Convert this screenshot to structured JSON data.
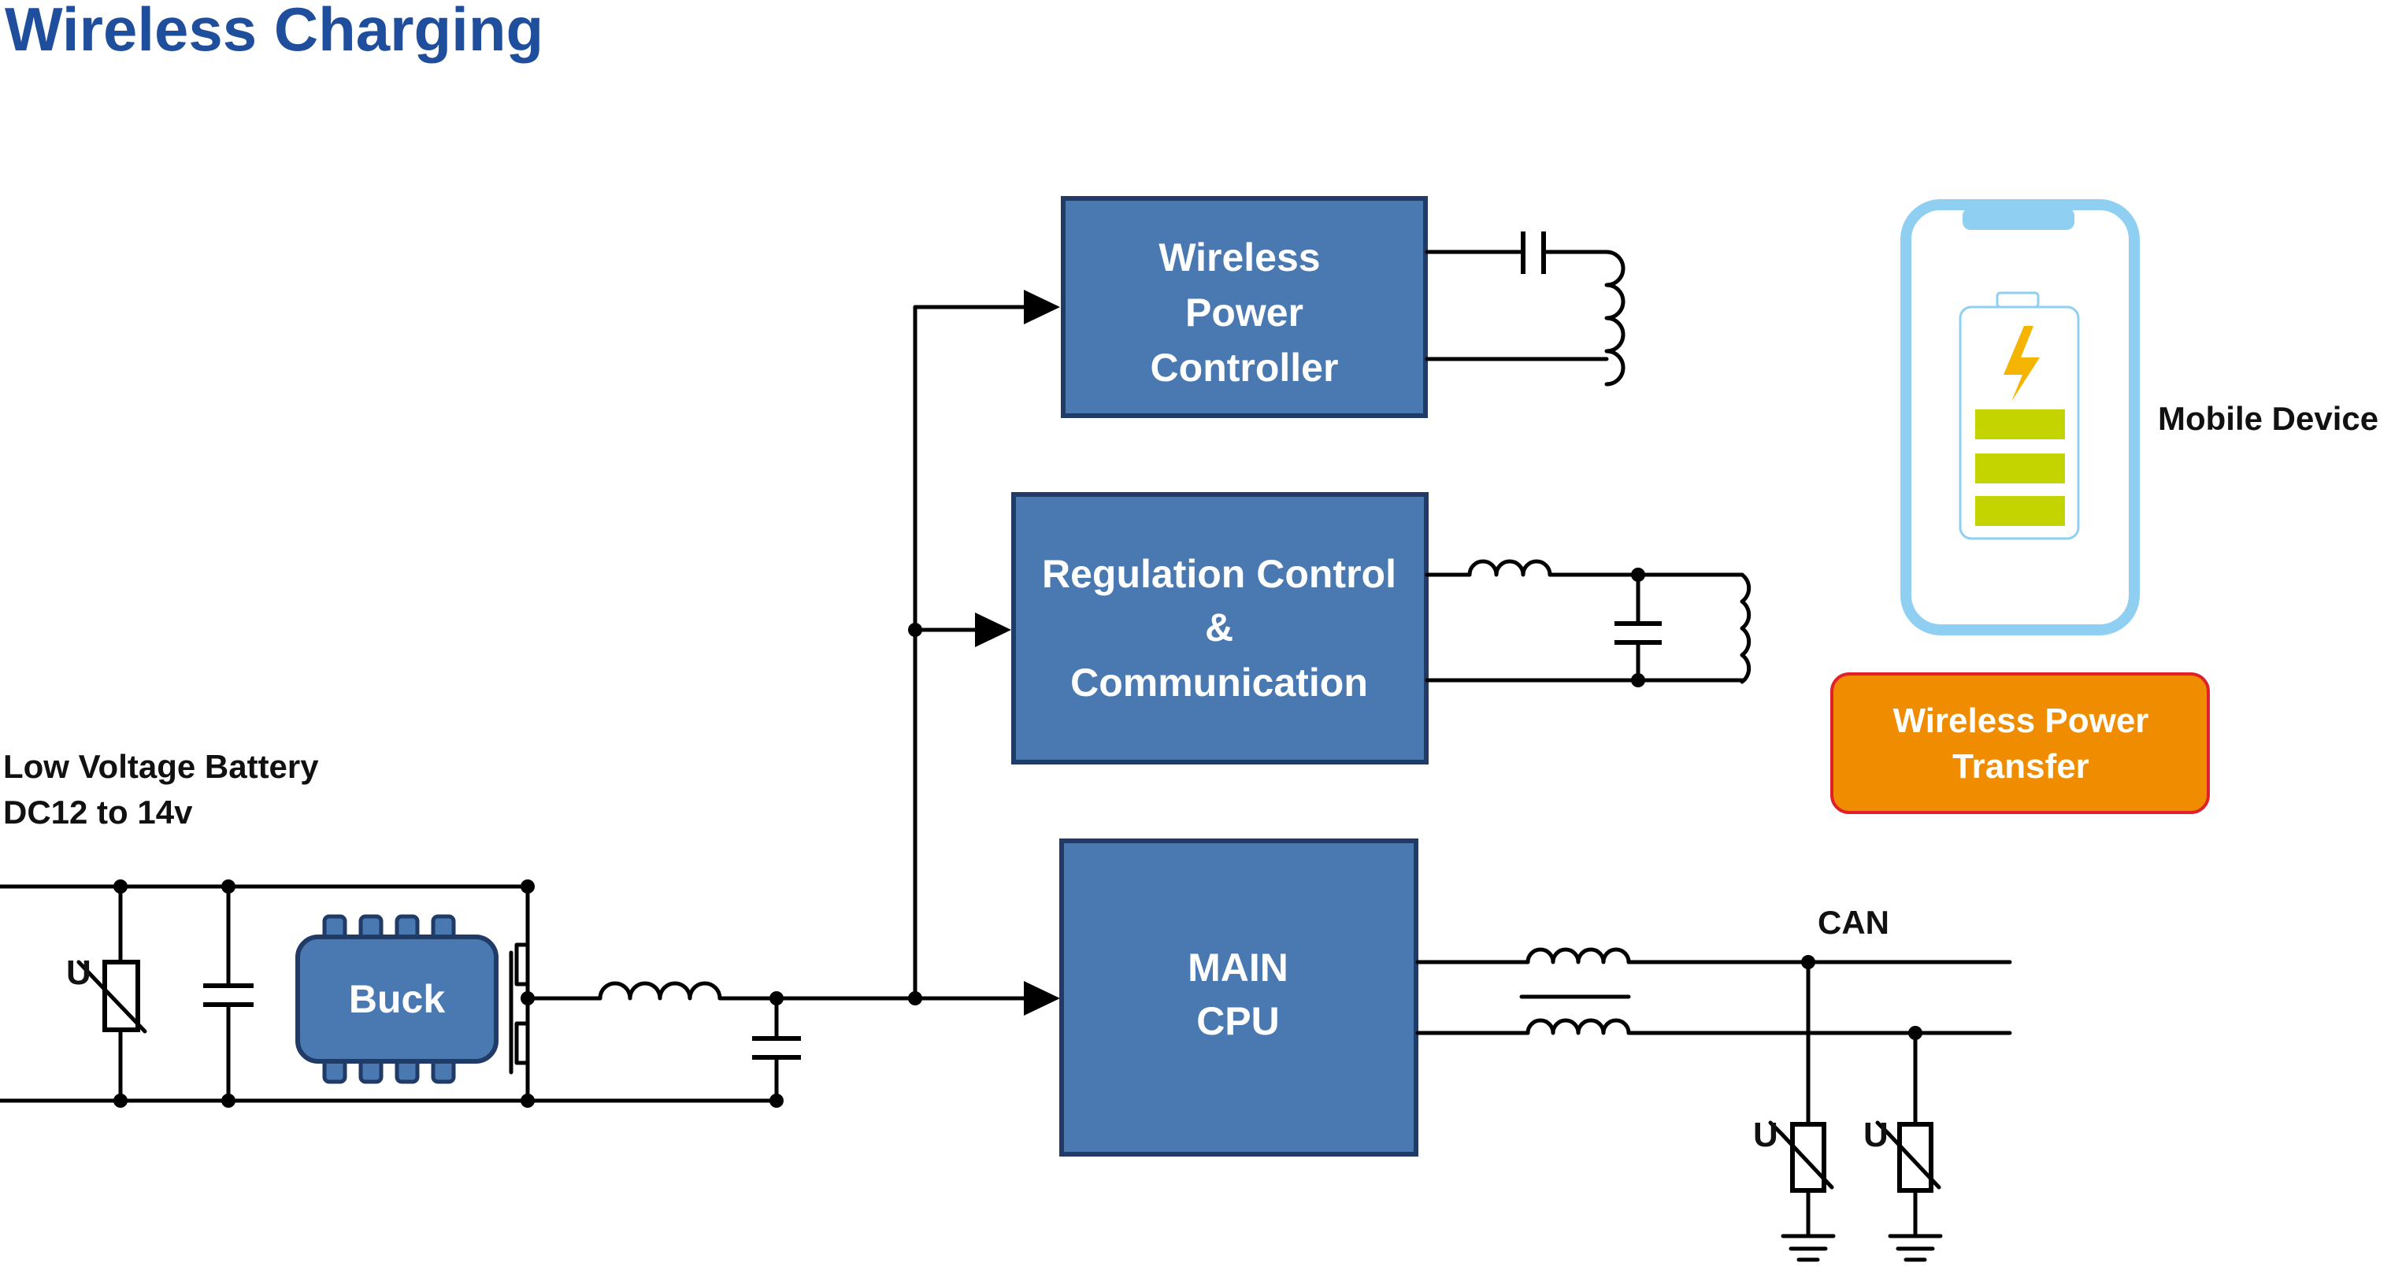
{
  "title": "Wireless Charging",
  "battery": {
    "line1": "Low Voltage Battery",
    "line2": "DC12 to 14v"
  },
  "buck": {
    "label": "Buck"
  },
  "blocks": {
    "wireless_power_controller": [
      "Wireless",
      "Power",
      "Controller"
    ],
    "regulation_control": [
      "Regulation Control",
      "&",
      "Communication"
    ],
    "main_cpu": [
      "MAIN",
      "CPU"
    ]
  },
  "mobile_device": {
    "label": "Mobile Device"
  },
  "wireless_power_transfer": [
    "Wireless Power",
    "Transfer"
  ],
  "can": {
    "label": "CAN"
  },
  "varistor": {
    "label": "U"
  },
  "colors": {
    "title": "#1f4e9c",
    "block_fill": "#4a78b0",
    "block_border": "#1f3b66",
    "phone_outline": "#8ecff2",
    "battery_bars": "#c3d400",
    "bolt": "#f5b400",
    "wpt_fill": "#f08c00",
    "wpt_border": "#e0202a"
  }
}
